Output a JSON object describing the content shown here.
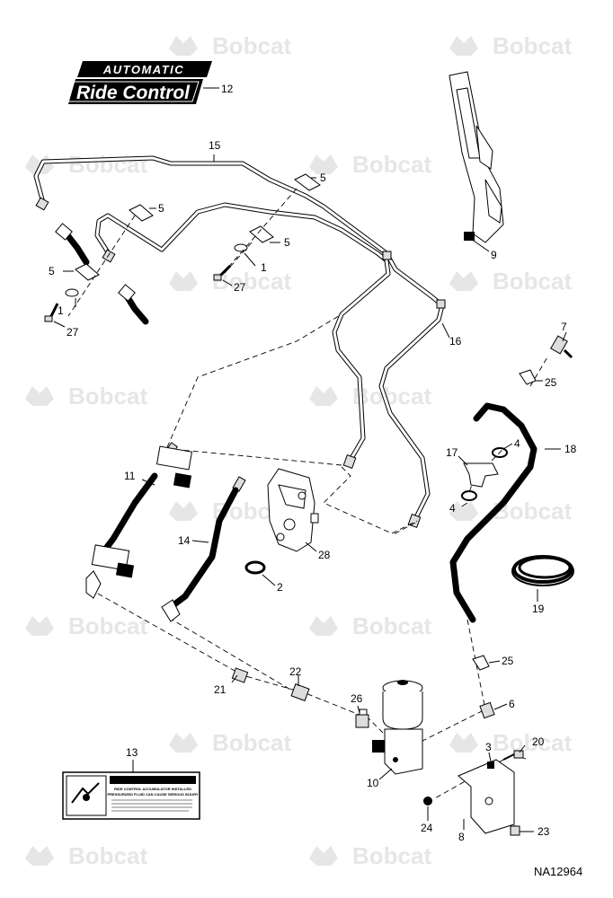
{
  "logo": {
    "line1": "AUTOMATIC",
    "line2": "Ride Control"
  },
  "watermark_text": "Bobcat",
  "drawing_number": "NA12964",
  "warning_label": {
    "heading": "WARNING",
    "line1": "RIDE CONTROL ACCUMULATOR INSTALLED",
    "line2": "PRESSURIZED FLUID CAN CAUSE SERIOUS INJURY"
  },
  "callouts": [
    "12",
    "15",
    "5",
    "5",
    "5",
    "5",
    "1",
    "1",
    "27",
    "27",
    "16",
    "9",
    "7",
    "25",
    "11",
    "14",
    "28",
    "2",
    "17",
    "4",
    "4",
    "18",
    "19",
    "25",
    "6",
    "21",
    "22",
    "26",
    "3",
    "20",
    "10",
    "24",
    "8",
    "23",
    "13"
  ]
}
